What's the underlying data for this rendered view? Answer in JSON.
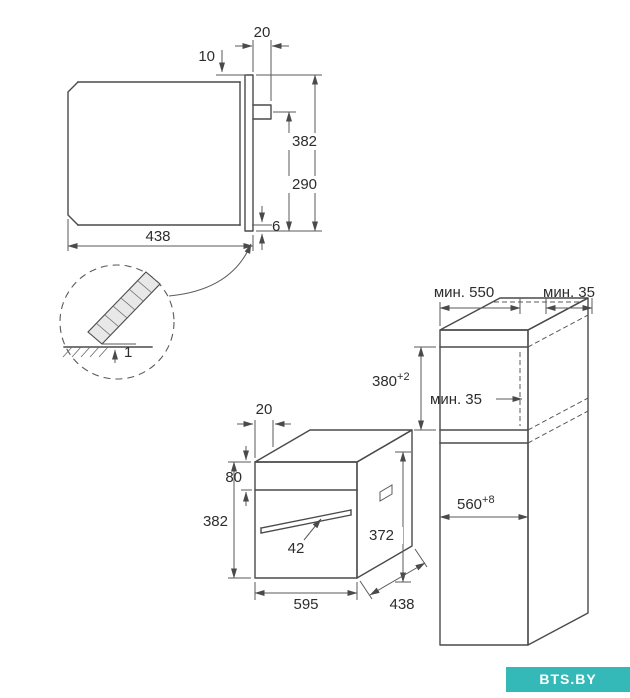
{
  "watermark": {
    "text": "BTS.BY",
    "bg": "#35b8b8"
  },
  "side_view": {
    "dim_20": "20",
    "dim_10": "10",
    "dim_382": "382",
    "dim_290": "290",
    "dim_6": "6",
    "dim_438": "438"
  },
  "detail": {
    "dim_1": "1"
  },
  "oven3d": {
    "dim_20": "20",
    "dim_80": "80",
    "dim_382": "382",
    "dim_42": "42",
    "dim_372": "372",
    "dim_595": "595",
    "dim_438": "438"
  },
  "cabinet": {
    "dim_min550": "мин. 550",
    "dim_min35_top": "мин. 35",
    "dim_380": "380",
    "dim_380_sup": "+2",
    "dim_min35_inner": "мин. 35",
    "dim_560": "560",
    "dim_560_sup": "+8"
  }
}
